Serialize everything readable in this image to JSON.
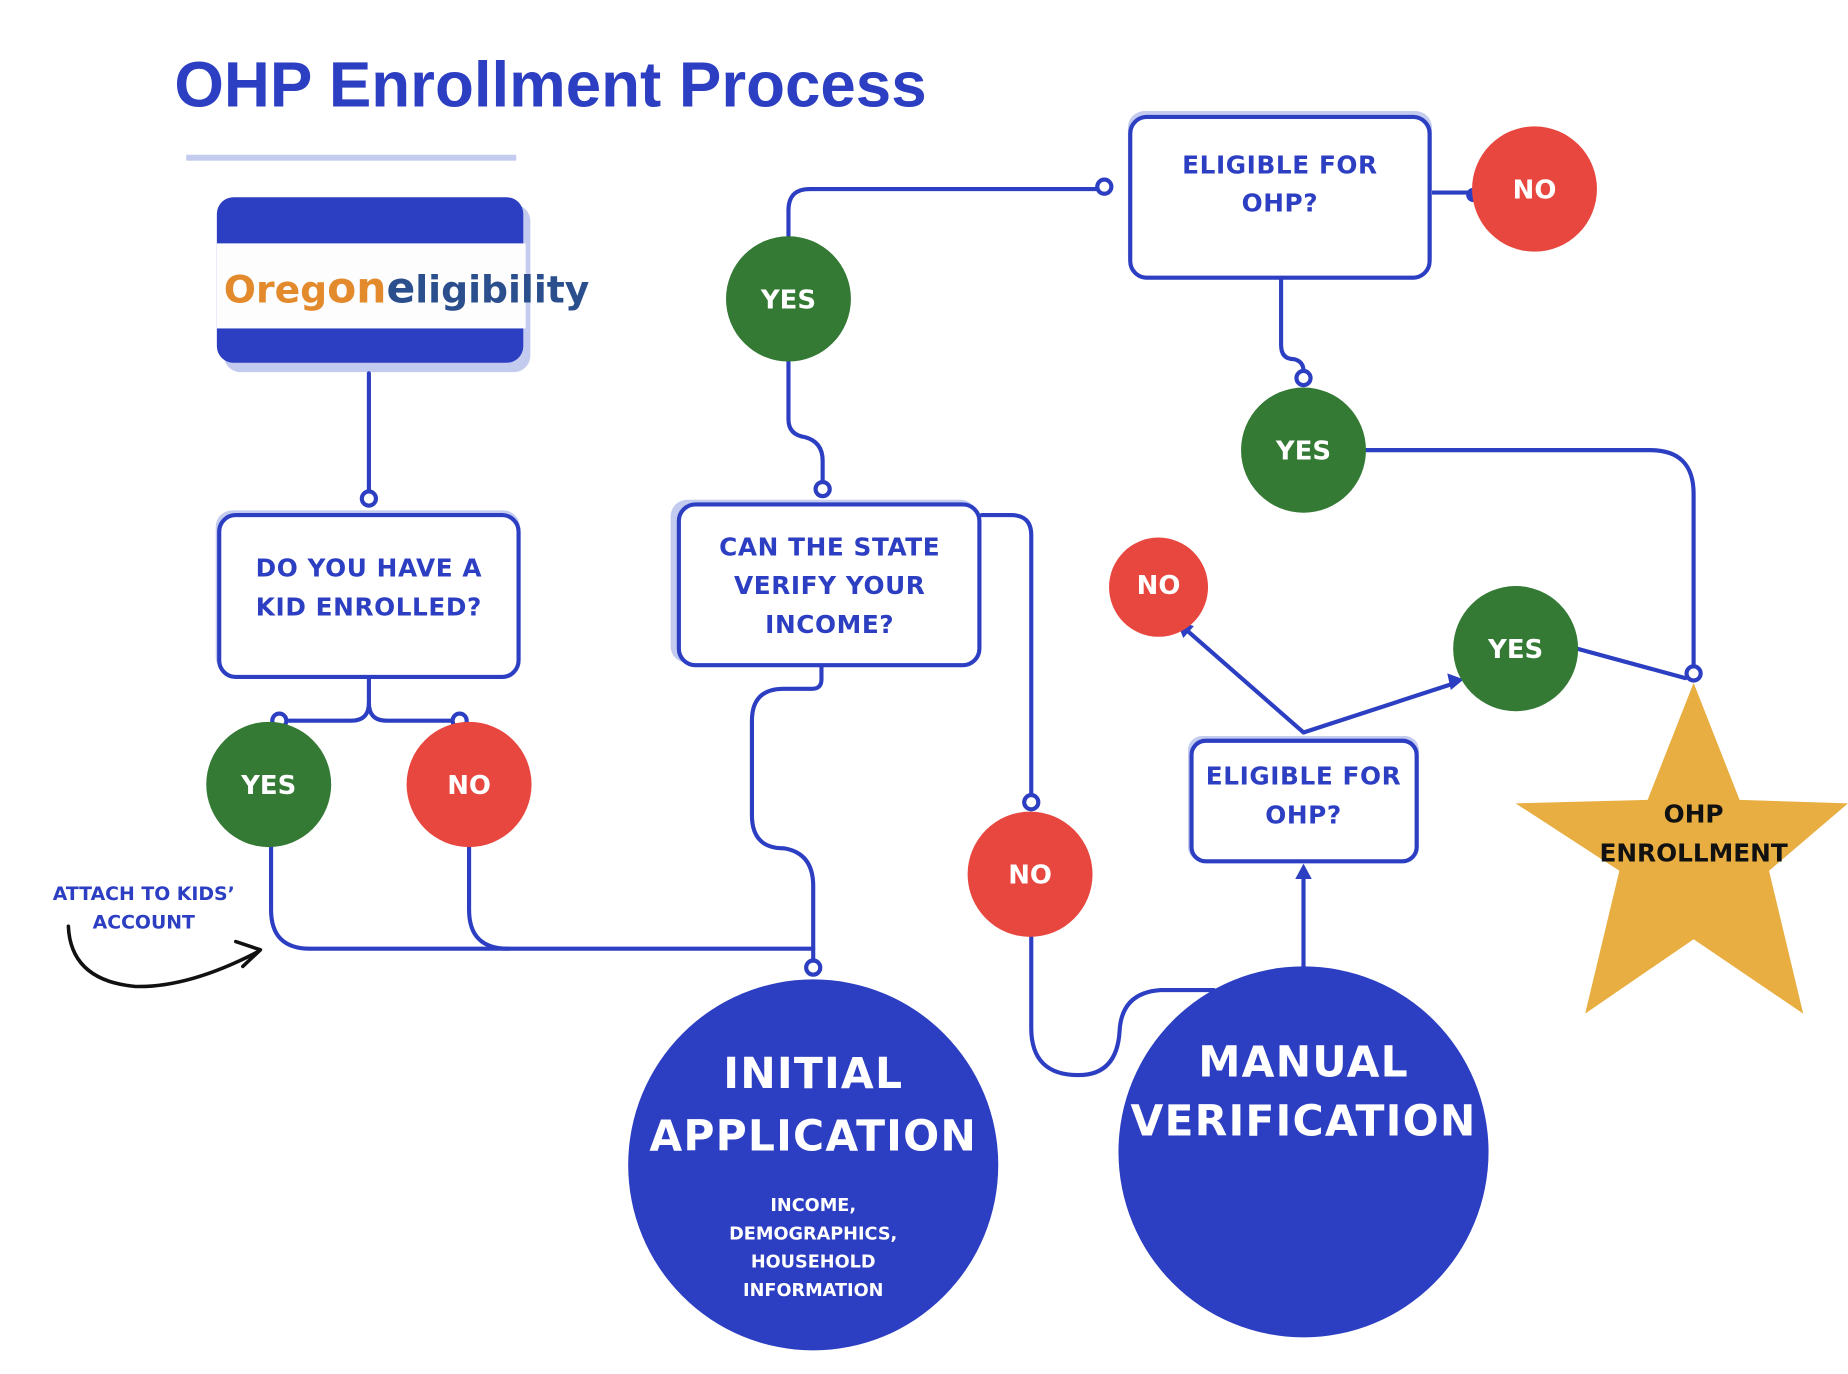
{
  "title": "OHP Enrollment Process",
  "colors": {
    "primary_blue": "#2c3ec1",
    "shadow_blue": "#c3cbee",
    "yes_green": "#347a35",
    "no_red": "#e8473f",
    "star_gold": "#e8ae42",
    "logo_orange": "#e38a2c",
    "logo_blue": "#2b4e8c"
  },
  "logo": {
    "part1": "Oreg",
    "part2": "on",
    "part3": "e",
    "part4": "ligibility"
  },
  "nodes": {
    "kid_enrolled": {
      "line1": "DO YOU HAVE A",
      "line2": "KID ENROLLED?"
    },
    "kid_yes": "YES",
    "kid_no": "NO",
    "attach_note": {
      "line1": "ATTACH TO KIDS’",
      "line2": "ACCOUNT"
    },
    "initial_application": {
      "line1": "INITIAL",
      "line2": "APPLICATION",
      "details": [
        "INCOME,",
        "DEMOGRAPHICS,",
        "HOUSEHOLD",
        "INFORMATION"
      ]
    },
    "verify_income": {
      "line1": "CAN THE STATE",
      "line2": "VERIFY YOUR",
      "line3": "INCOME?"
    },
    "verify_yes": "YES",
    "verify_no": "NO",
    "eligible_top": {
      "line1": "ELIGIBLE FOR",
      "line2": "OHP?"
    },
    "eligible_top_no": "NO",
    "eligible_top_yes": "YES",
    "manual_verification": {
      "line1": "MANUAL",
      "line2": "VERIFICATION"
    },
    "eligible_manual": {
      "line1": "ELIGIBLE FOR",
      "line2": "OHP?"
    },
    "eligible_manual_no": "NO",
    "eligible_manual_yes": "YES",
    "enrollment": {
      "line1": "OHP",
      "line2": "ENROLLMENT"
    }
  }
}
